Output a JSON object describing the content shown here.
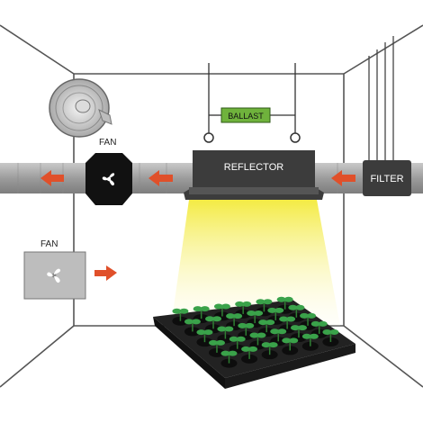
{
  "labels": {
    "fan_top": "FAN",
    "fan_bottom": "FAN",
    "reflector": "REFLECTOR",
    "ballast": "BALLAST",
    "filter": "FILTER"
  },
  "colors": {
    "duct": "#9e9e9e",
    "arrow": "#e0502a",
    "ballast": "#6fb23c",
    "reflector": "#3c3c3c",
    "light": "#f5ef4e",
    "tray": "#222222",
    "seedling": "#3aa24a"
  }
}
